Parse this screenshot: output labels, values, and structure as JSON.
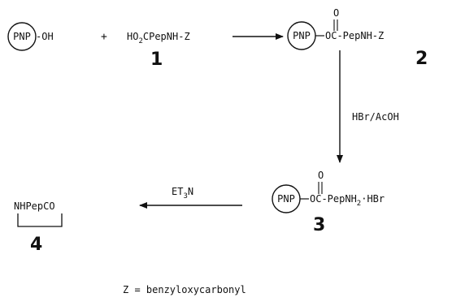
{
  "scheme": {
    "support_label": "PNP",
    "step1": {
      "hydroxyl": "-OH",
      "plus": "+",
      "reagent_ho": "HO",
      "reagent_sub": "2",
      "reagent_rest": "CPepNH-Z",
      "reagent_number": "1"
    },
    "compound2": {
      "carbonyl_o": "O",
      "ester": "OC-PepNH-Z",
      "number": "2"
    },
    "step2": {
      "reagent": "HBr/AcOH"
    },
    "compound3": {
      "carbonyl_o": "O",
      "ester": "OC-PepNH",
      "sub": "2",
      "salt": "·HBr",
      "number": "3"
    },
    "step3": {
      "reagent_main": "ET",
      "reagent_sub": "3",
      "reagent_end": "N"
    },
    "compound4": {
      "formula": "NHPepCO",
      "number": "4"
    },
    "footnote": "Z = benzyloxycarbonyl"
  }
}
